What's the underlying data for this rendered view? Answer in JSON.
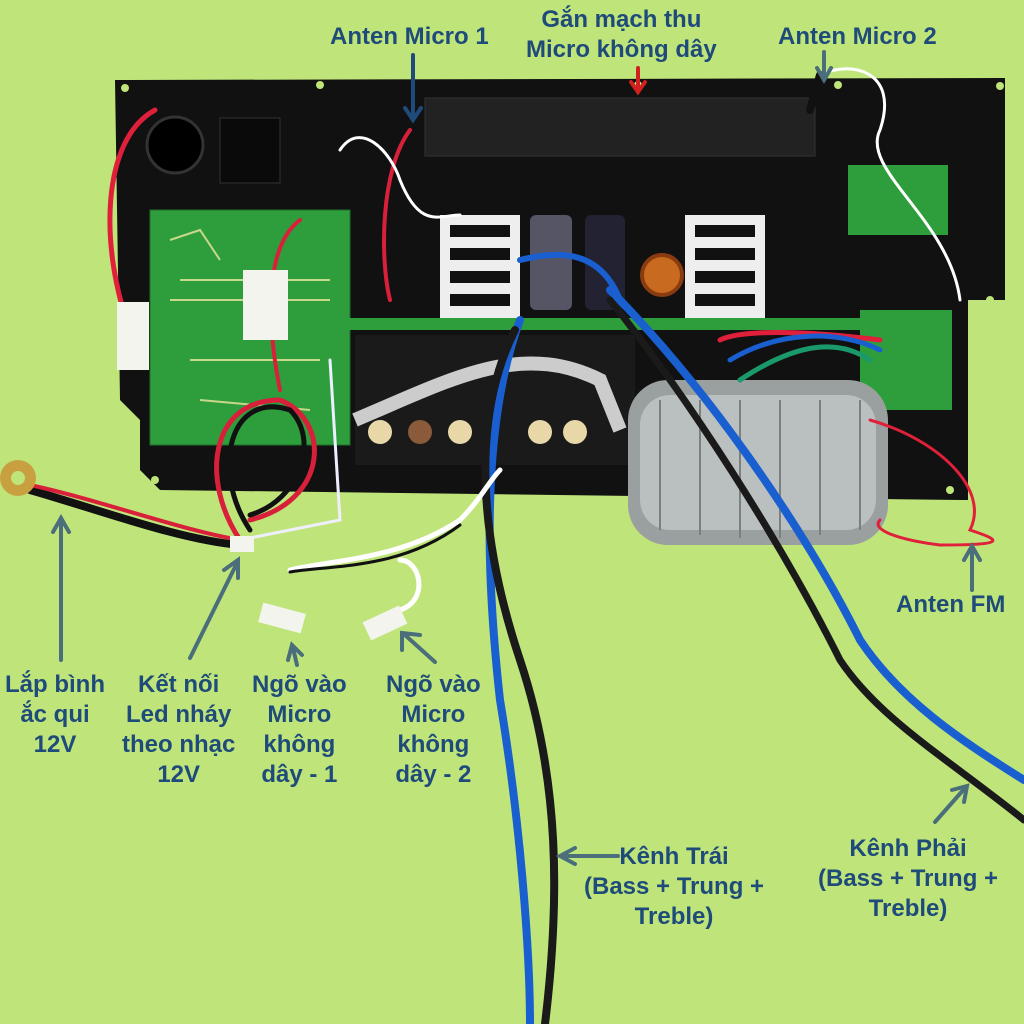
{
  "diagram": {
    "subject": "Amplifier board wiring diagram",
    "background_color": "#bfe57a",
    "label_color": "#1f4b7a",
    "arrow_color": "#4a6e7a",
    "labels": {
      "anten_micro_1": [
        "Anten Micro 1"
      ],
      "gan_mach_thu": [
        "Gắn mạch thu",
        "Micro không dây"
      ],
      "anten_micro_2": [
        "Anten Micro 2"
      ],
      "anten_fm": [
        "Anten FM"
      ],
      "lap_binh": [
        "Lắp bình",
        "ắc qui",
        "12V"
      ],
      "ket_noi_led": [
        "Kết nối",
        "Led nháy",
        "theo nhạc",
        "12V"
      ],
      "ngo_vao_1": [
        "Ngõ vào",
        "Micro",
        "không",
        "dây - 1"
      ],
      "ngo_vao_2": [
        "Ngõ vào",
        "Micro",
        "không",
        "dây - 2"
      ],
      "kenh_trai": [
        "Kênh Trái",
        "(Bass + Trung +",
        "Treble)"
      ],
      "kenh_phai": [
        "Kênh Phải",
        "(Bass + Trung +",
        "Treble)"
      ]
    },
    "components": {
      "board": "black mounting plate",
      "left_pcb": "green LED pcb",
      "heatsinks": "white heatsinks",
      "capacitors": "4700uF capacitors",
      "transformer": "toroidal transformer",
      "fm_pcb": "FM receiver pcb"
    }
  }
}
